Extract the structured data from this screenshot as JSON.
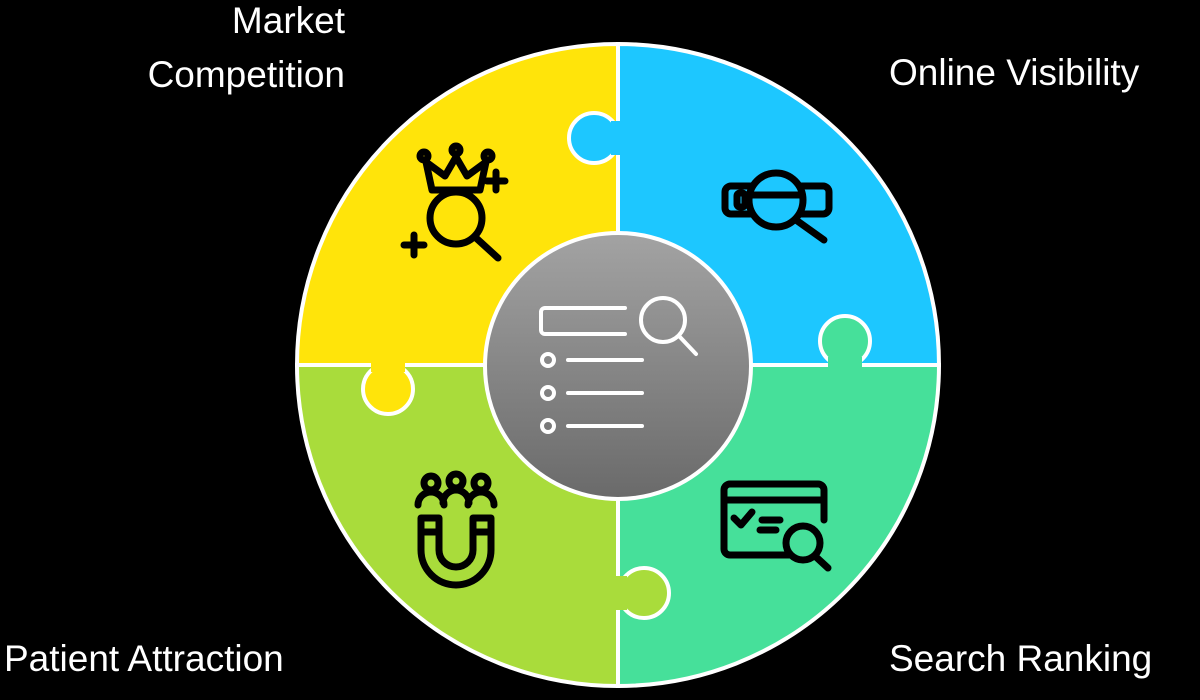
{
  "labels": {
    "top_left_line1": "Market",
    "top_left_line2": "Competition",
    "top_right": "Online Visibility",
    "bottom_left": "Patient Attraction",
    "bottom_right": "Search Ranking"
  },
  "colors": {
    "market_competition": "#FFE40A",
    "online_visibility": "#1DC7FF",
    "search_ranking": "#46E09A",
    "patient_attraction": "#A9DC3B",
    "center": "#8a8a8a",
    "background": "#000000"
  },
  "icons": {
    "market_competition": "crown-magnifier-icon",
    "online_visibility": "eye-magnifier-icon",
    "search_ranking": "browser-checklist-magnifier-icon",
    "patient_attraction": "people-magnet-icon",
    "center": "list-search-icon"
  }
}
